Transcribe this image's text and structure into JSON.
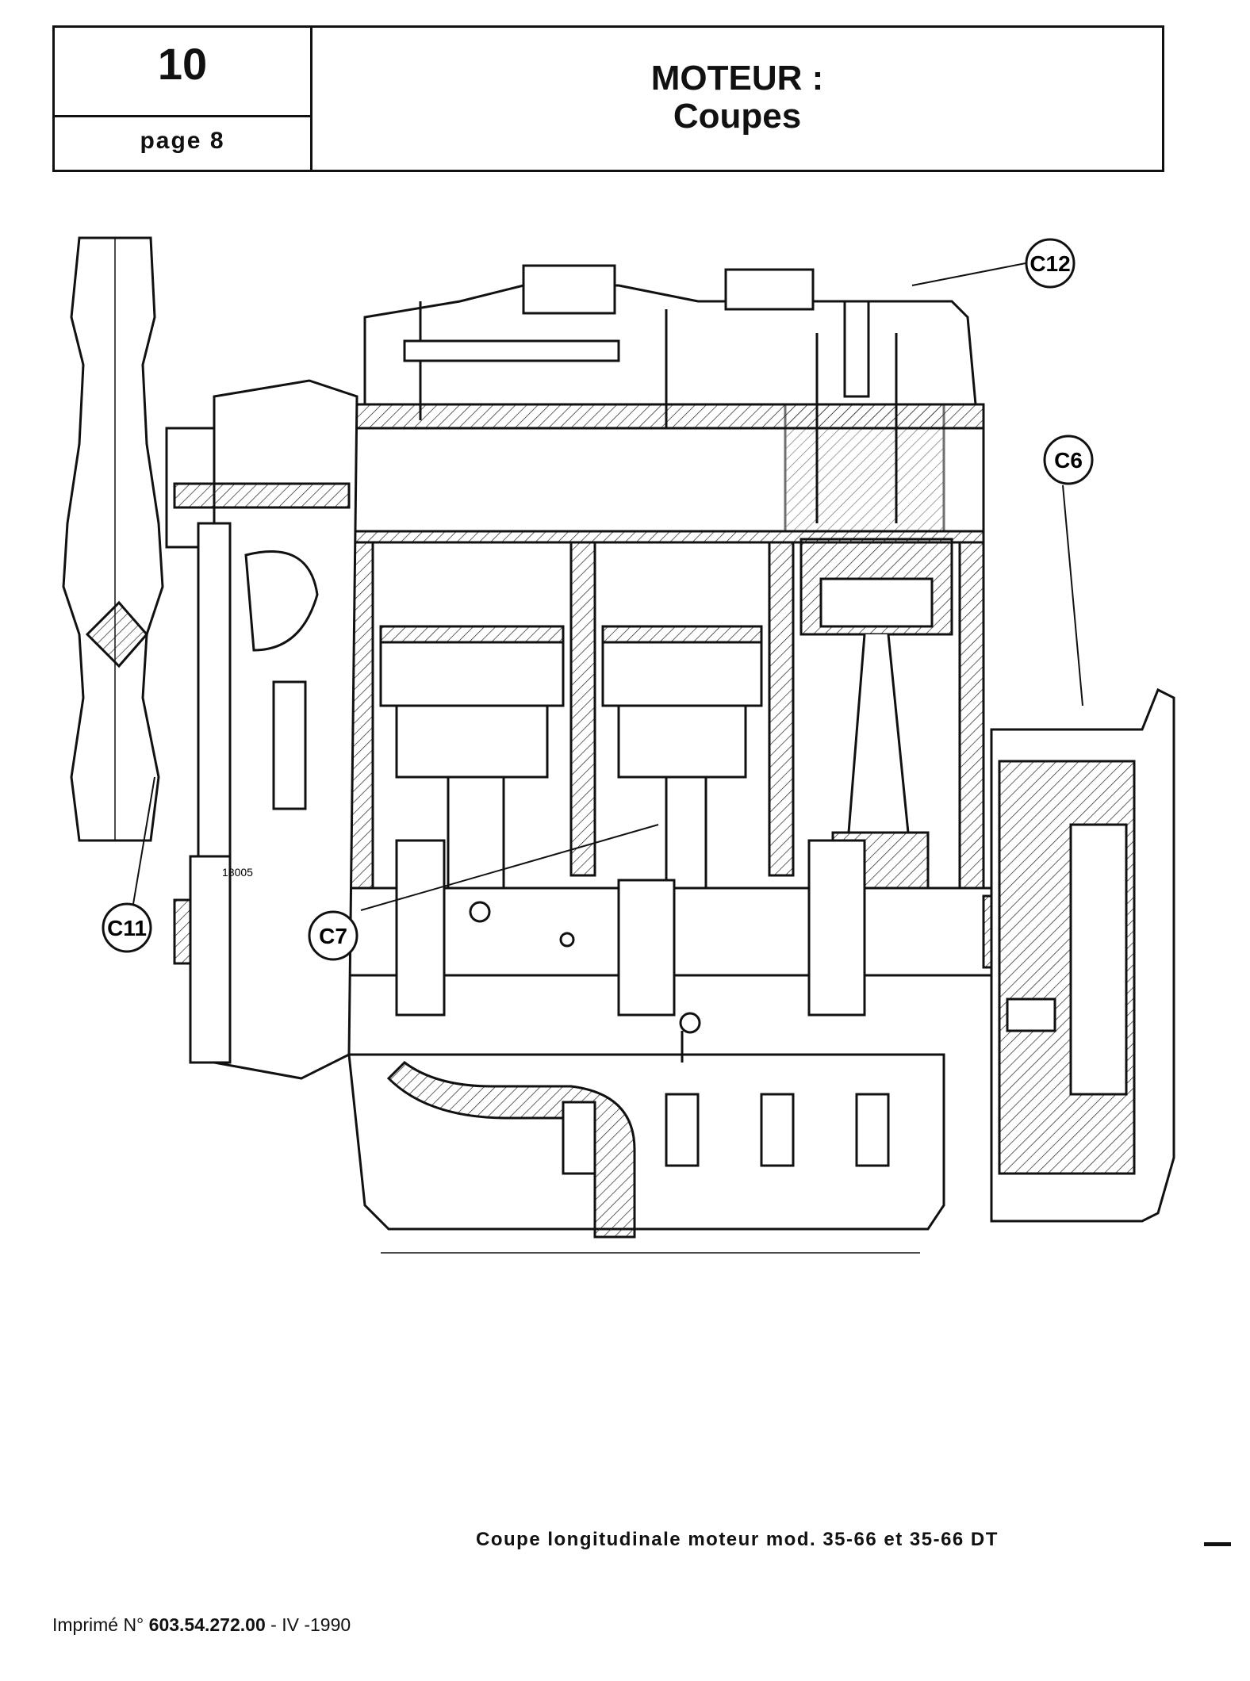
{
  "header": {
    "chapter_number": "10",
    "page_label": "page 8",
    "title": "MOTEUR :",
    "subtitle": "Coupes"
  },
  "figure": {
    "callouts": [
      "C12",
      "C6",
      "C11",
      "C7"
    ],
    "figure_ref": "18005"
  },
  "caption": "Coupe longitudinale moteur mod. 35-66 et 35-66 DT",
  "footer": {
    "prefix": "Imprimé N°",
    "print_number": "603.54.272.00",
    "separator": "-",
    "edition": "IV -1990"
  }
}
